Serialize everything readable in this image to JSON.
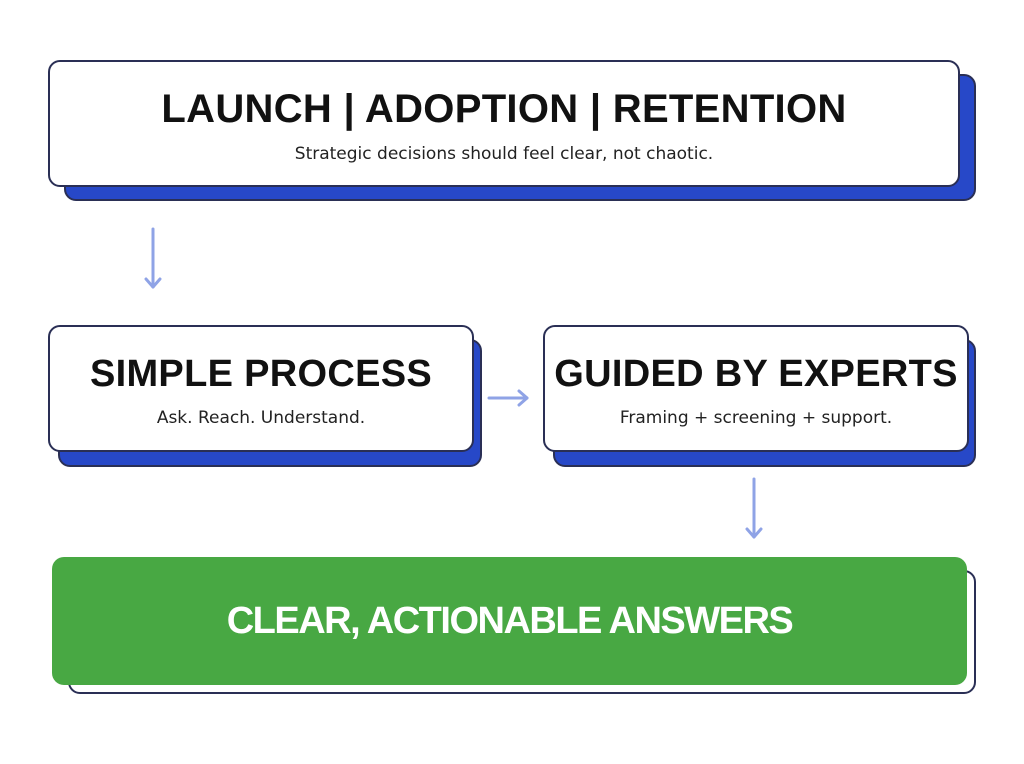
{
  "diagram": {
    "top": {
      "title": "LAUNCH | ADOPTION | RETENTION",
      "subtitle": "Strategic decisions should feel clear, not chaotic."
    },
    "simple_process": {
      "title": "SIMPLE PROCESS",
      "subtitle": "Ask. Reach. Understand."
    },
    "guided_by_experts": {
      "title": "GUIDED BY EXPERTS",
      "subtitle": "Framing + screening + support."
    },
    "result": {
      "label": "CLEAR, ACTIONABLE ANSWERS"
    }
  },
  "colors": {
    "shadow_blue": "#2748c8",
    "outline": "#2a2f55",
    "arrow": "#8fa3e6",
    "result_green": "#48a843",
    "text_dark": "#111111",
    "text_light": "#ffffff"
  }
}
